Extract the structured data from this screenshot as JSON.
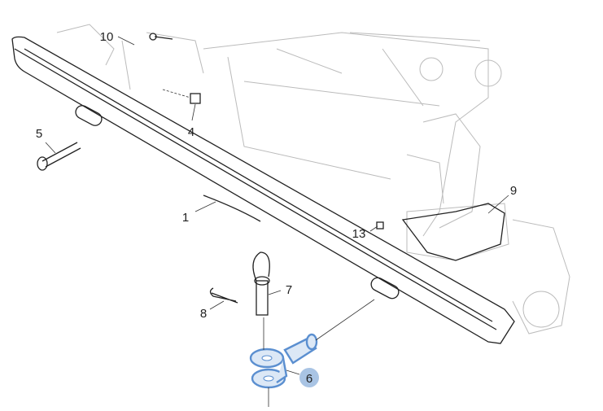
{
  "diagram": {
    "title": "Front bumper / towing assembly exploded view",
    "highlight_color": "#a9c4e4",
    "callouts": [
      {
        "id": "10",
        "label": "10"
      },
      {
        "id": "4",
        "label": "4"
      },
      {
        "id": "5",
        "label": "5"
      },
      {
        "id": "1",
        "label": "1"
      },
      {
        "id": "9",
        "label": "9"
      },
      {
        "id": "13",
        "label": "13"
      },
      {
        "id": "7",
        "label": "7"
      },
      {
        "id": "8",
        "label": "8"
      },
      {
        "id": "6",
        "label": "6",
        "highlighted": true
      }
    ]
  }
}
